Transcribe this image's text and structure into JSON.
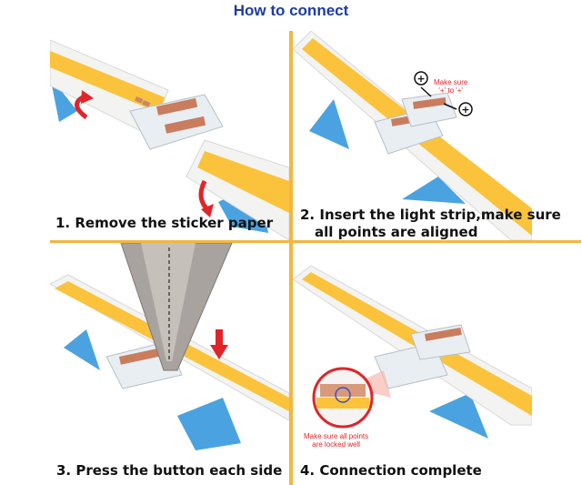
{
  "title": "How to connect",
  "steps": [
    {
      "caption": "1. Remove the sticker paper"
    },
    {
      "caption_line1": "2. Insert the light strip,make sure",
      "caption_line2": "all points are aligned",
      "note_line1": "Make sure",
      "note_line2": "'+' to '+'"
    },
    {
      "caption": "3. Press the button each side"
    },
    {
      "caption": "4. Connection complete",
      "note_line1": "Make sure all points",
      "note_line2": "are locked well"
    }
  ],
  "colors": {
    "title": "#1c3ba8",
    "divider": "#f2b640",
    "strip_light": "#fbc33b",
    "paper": "#4aa3e0",
    "arrow": "#e0242a"
  }
}
